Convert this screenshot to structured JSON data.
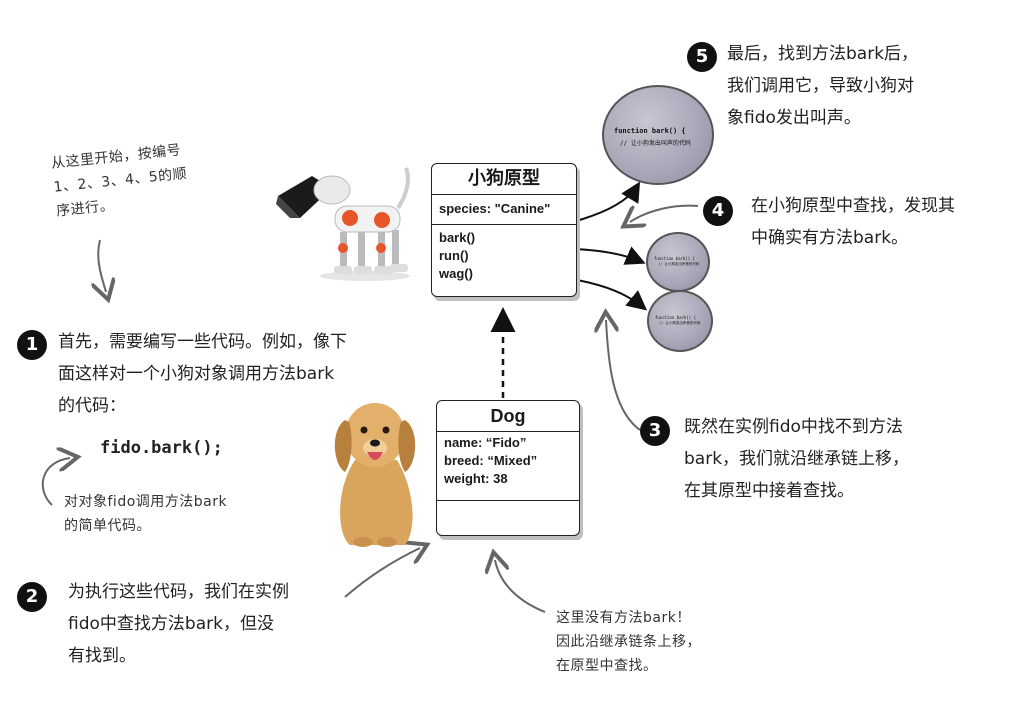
{
  "intro_note": [
    "从这里开始，按编号",
    "1、2、3、4、5的顺",
    "序进行。"
  ],
  "step1": {
    "number": "1",
    "lines": [
      "首先，需要编写一些代码。例如，像下",
      "面这样对一个小狗对象调用方法bark",
      "的代码："
    ]
  },
  "code_line": "fido.bark();",
  "code_note": [
    "对对象fido调用方法bark",
    "的简单代码。"
  ],
  "step2": {
    "number": "2",
    "lines": [
      "为执行这些代码，我们在实例",
      "fido中查找方法bark，但没",
      "有找到。"
    ]
  },
  "step3": {
    "number": "3",
    "lines": [
      "既然在实例fido中找不到方法",
      "bark，我们就沿继承链上移，",
      "在其原型中接着查找。"
    ]
  },
  "step4": {
    "number": "4",
    "lines": [
      "在小狗原型中查找，发现其",
      "中确实有方法bark。"
    ]
  },
  "step5": {
    "number": "5",
    "lines": [
      "最后，找到方法bark后，",
      "我们调用它，导致小狗对",
      "象fido发出叫声。"
    ]
  },
  "bottom_note": [
    "这里没有方法bark！",
    "因此沿继承链条上移，",
    "在原型中查找。"
  ],
  "prototype_box": {
    "title": "小狗原型",
    "species": "species: \"Canine\"",
    "methods": [
      "bark()",
      "run()",
      "wag()"
    ]
  },
  "dog_box": {
    "title": "Dog",
    "props": [
      "name: “Fido”",
      "breed: “Mixed”",
      "weight: 38"
    ]
  },
  "bubble_large": {
    "line1": "function bark() {",
    "line2": "// 让小狗发出叫声的代码"
  },
  "bubble_small_1": {
    "line1": "function bark() {",
    "line2": "// 让小狗发出声音的代码"
  },
  "bubble_small_2": {
    "line1": "function bark() {",
    "line2": "// 让小狗发出声音的代码"
  },
  "colors": {
    "badge": "#111111",
    "box_shadow": "#bfbfbf",
    "bubble": "#a9a5b7",
    "robot_accent": "#e8552b"
  }
}
